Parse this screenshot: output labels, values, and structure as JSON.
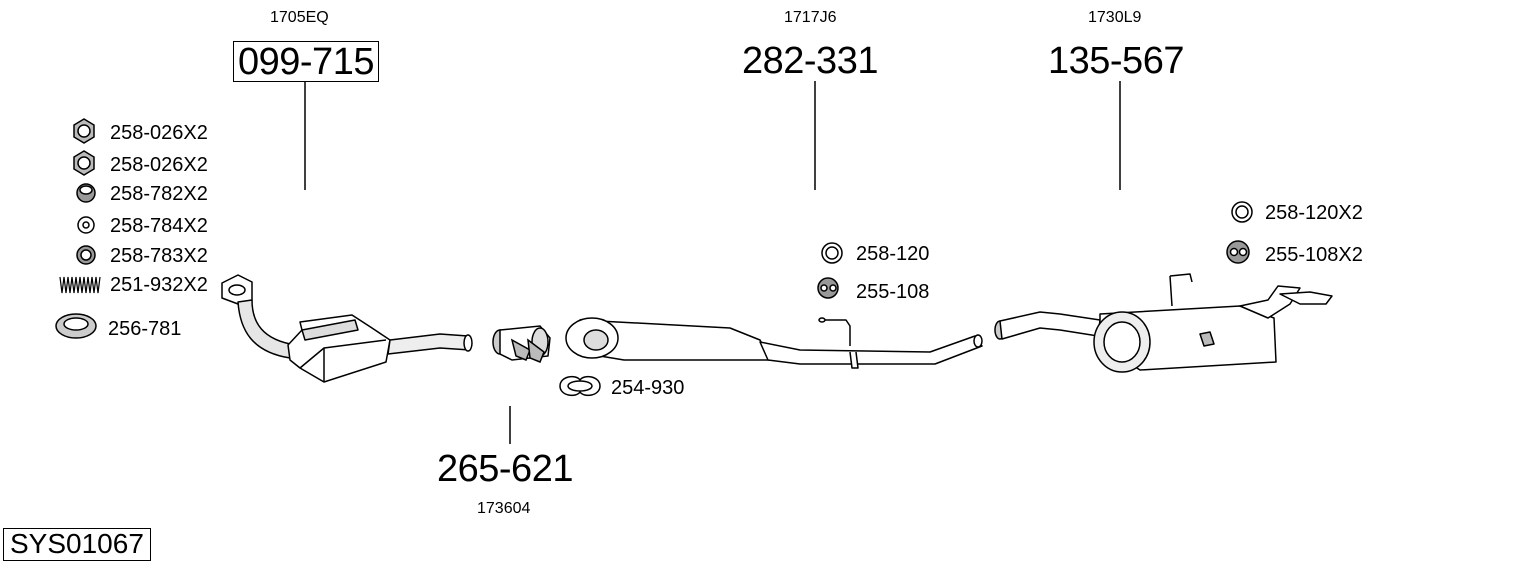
{
  "diagram": {
    "system_code": "SYS01067",
    "main_parts": [
      {
        "oem": "1705EQ",
        "part": "099-715",
        "boxed": true
      },
      {
        "oem": "1717J6",
        "part": "282-331",
        "boxed": false
      },
      {
        "oem": "1730L9",
        "part": "135-567",
        "boxed": false
      },
      {
        "oem": "173604",
        "part": "265-621",
        "boxed": false
      }
    ],
    "left_accessories": [
      {
        "part": "258-026X2",
        "icon": "hex-nut-icon"
      },
      {
        "part": "258-026X2",
        "icon": "hex-nut-icon"
      },
      {
        "part": "258-782X2",
        "icon": "rubber-mount-icon"
      },
      {
        "part": "258-784X2",
        "icon": "washer-icon"
      },
      {
        "part": "258-783X2",
        "icon": "washer-icon"
      },
      {
        "part": "251-932X2",
        "icon": "spring-icon"
      },
      {
        "part": "256-781",
        "icon": "gasket-ring-icon"
      }
    ],
    "middle_accessories": [
      {
        "part": "258-120",
        "icon": "rubber-ring-icon"
      },
      {
        "part": "255-108",
        "icon": "hanger-icon"
      }
    ],
    "right_accessories": [
      {
        "part": "258-120X2",
        "icon": "rubber-ring-icon"
      },
      {
        "part": "255-108X2",
        "icon": "hanger-icon"
      }
    ],
    "clamp_accessory": {
      "part": "254-930",
      "icon": "clamp-icon"
    }
  }
}
